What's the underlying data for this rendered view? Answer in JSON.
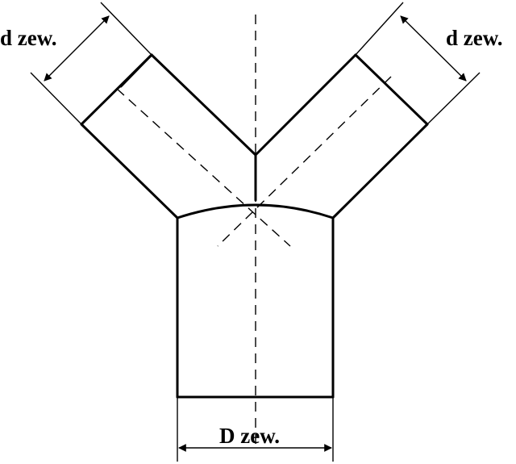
{
  "labels": {
    "left_branch_diameter": "d zew.",
    "right_branch_diameter": "d zew.",
    "main_diameter": "D zew."
  }
}
